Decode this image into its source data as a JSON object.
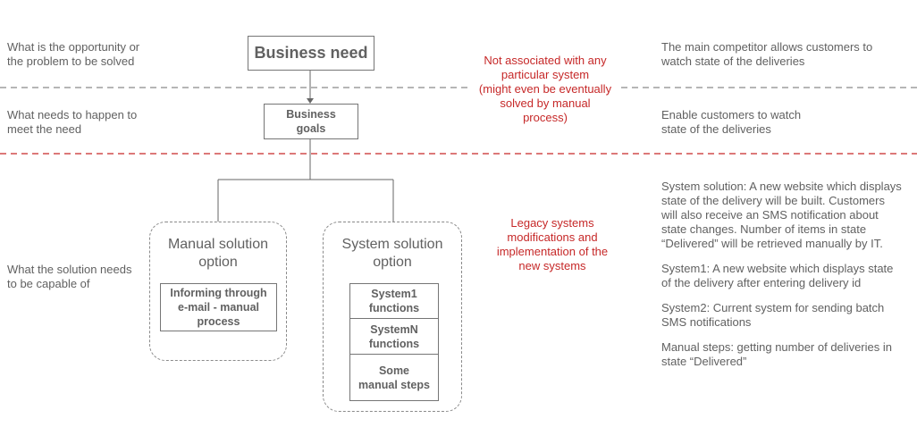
{
  "left_labels": {
    "opportunity": "What is the opportunity or\nthe problem to be solved",
    "needs": "What needs to happen to\nmeet the need",
    "capable": "What the solution needs\nto be capable of"
  },
  "boxes": {
    "business_need": "Business need",
    "business_goals": "Business\ngoals"
  },
  "groups": {
    "manual": {
      "title": "Manual solution\noption",
      "items": [
        "Informing through\ne-mail - manual\nprocess"
      ]
    },
    "system": {
      "title": "System solution\noption",
      "items": [
        "System1\nfunctions",
        "SystemN\nfunctions",
        "Some\nmanual steps"
      ]
    }
  },
  "notes": {
    "not_associated": "Not associated with any\nparticular system\n(might even be eventually\nsolved by manual\nprocess)",
    "legacy": "Legacy systems\nmodifications and\nimplementation of the\nnew systems"
  },
  "right": {
    "competitor": "The main competitor allows customers to\nwatch state of the deliveries",
    "enable": "Enable customers to watch\nstate of the deliveries",
    "details": [
      "System solution: A new website which displays\nstate of the delivery will be built. Customers\nwill also receive an SMS notification about\nstate changes. Number of items in state\n“Delivered” will be retrieved manually by IT.",
      "System1: A new website which displays state\nof the delivery after entering delivery id",
      "System2: Current system for sending batch\nSMS notifications",
      "Manual steps: getting number of deliveries in\nstate “Delivered”"
    ]
  },
  "colors": {
    "gray_text": "#616161",
    "red_accent": "#c62828",
    "divider_gray": "#8a8a8a"
  }
}
